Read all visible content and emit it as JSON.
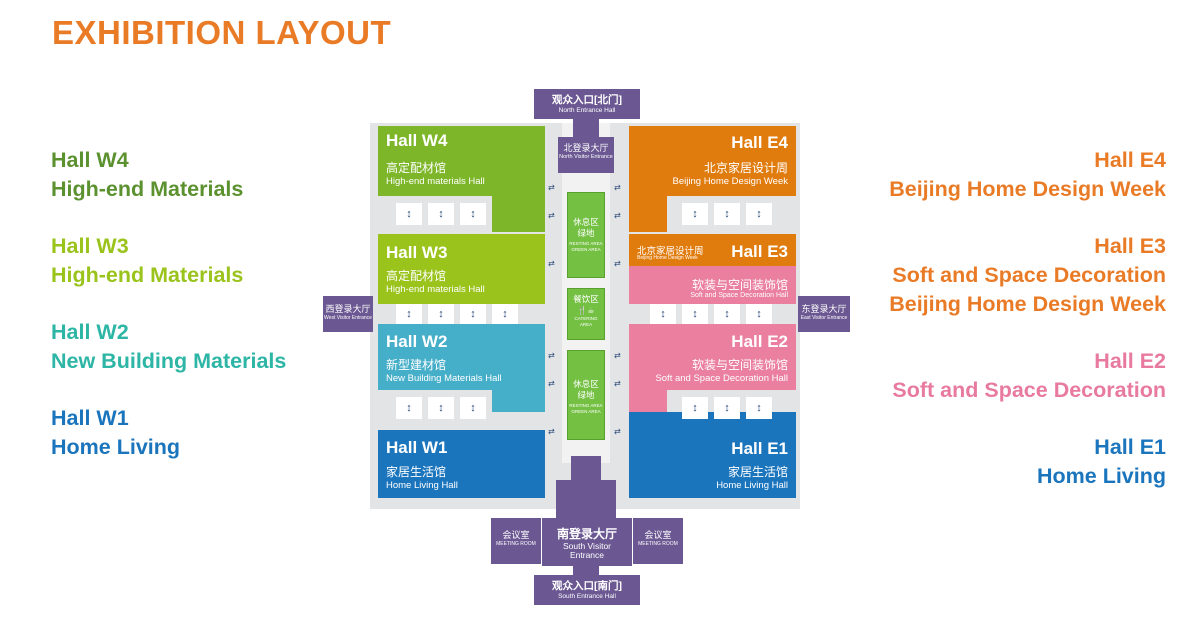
{
  "title": "EXHIBITION LAYOUT",
  "colors": {
    "title": "#ea7b26",
    "w4": "#7db629",
    "w3": "#9ac31c",
    "w2": "#45aec8",
    "w1": "#1b75bd",
    "e4": "#e07c0e",
    "e3": "#ea7fa0",
    "e2": "#ea7fa0",
    "e1": "#1b75bd",
    "entrance": "#6b5892",
    "rest_area": "#74c043",
    "corridor": "#e3e4e6"
  },
  "legend_left": [
    {
      "hall": "Hall W4",
      "desc": "High-end Materials",
      "color": "#5c9130"
    },
    {
      "hall": "Hall W3",
      "desc": "High-end Materials",
      "color": "#9ac31c"
    },
    {
      "hall": "Hall W2",
      "desc": "New Building Materials",
      "color": "#2db5a5"
    },
    {
      "hall": "Hall W1",
      "desc": "Home Living",
      "color": "#1b75bd"
    }
  ],
  "legend_right": [
    {
      "hall": "Hall E4",
      "desc": [
        "Beijing Home Design Week"
      ],
      "color": "#ea7b26"
    },
    {
      "hall": "Hall E3",
      "desc": [
        "Soft and Space Decoration",
        "Beijing Home Design Week"
      ],
      "color": "#ea7b26"
    },
    {
      "hall": "Hall E2",
      "desc": [
        "Soft and Space Decoration"
      ],
      "color": "#e87aa0"
    },
    {
      "hall": "Hall E1",
      "desc": [
        "Home Living"
      ],
      "color": "#1b75bd"
    }
  ],
  "halls": {
    "w4": {
      "name": "Hall W4",
      "cn": "高定配材馆",
      "en": "High-end materials Hall"
    },
    "w3": {
      "name": "Hall W3",
      "cn": "高定配材馆",
      "en": "High-end materials Hall"
    },
    "w2": {
      "name": "Hall W2",
      "cn": "新型建材馆",
      "en": "New Building Materials Hall"
    },
    "w1": {
      "name": "Hall W1",
      "cn": "家居生活馆",
      "en": "Home Living Hall"
    },
    "e4": {
      "name": "Hall E4",
      "cn": "北京家居设计周",
      "en": "Beijing Home Design Week"
    },
    "e3": {
      "name": "Hall E3",
      "cn": "软装与空间装饰馆",
      "en": "Soft and Space Decoration Hall",
      "sub_cn": "北京家居设计周",
      "sub_en": "Beijing Home Design Week"
    },
    "e2": {
      "name": "Hall E2",
      "cn": "软装与空间装饰馆",
      "en": "Soft and Space Decoration Hall"
    },
    "e1": {
      "name": "Hall E1",
      "cn": "家居生活馆",
      "en": "Home Living Hall"
    }
  },
  "entrances": {
    "north_top": {
      "cn": "观众入口[北门]",
      "en": "North Entrance Hall"
    },
    "north_visitor": {
      "cn": "北登录大厅",
      "en": "North Visitor Entrance"
    },
    "west": {
      "cn": "西登录大厅",
      "en": "West Visitor Entrance"
    },
    "east": {
      "cn": "东登录大厅",
      "en": "East Visitor Entrance"
    },
    "south_visitor": {
      "cn": "南登录大厅",
      "en": "South Visitor Entrance"
    },
    "south_bottom": {
      "cn": "观众入口[南门]",
      "en": "South Entrance Hall"
    },
    "meeting_left": {
      "cn": "会议室",
      "en": "MEETING ROOM"
    },
    "meeting_right": {
      "cn": "会议室",
      "en": "MEETING ROOM"
    }
  },
  "rest_areas": {
    "top": {
      "cn1": "休息区",
      "cn2": "绿地",
      "en": "RESTING AREA GREEN AREA"
    },
    "catering": {
      "cn": "餐饮区",
      "icons": "🍴☕",
      "en": "CATERING AREA"
    },
    "bottom": {
      "cn1": "休息区",
      "cn2": "绿地",
      "en": "RESTING AREA GREEN AREA"
    }
  },
  "arrow_glyph": "↕",
  "side_arrow_glyph": "⇄"
}
